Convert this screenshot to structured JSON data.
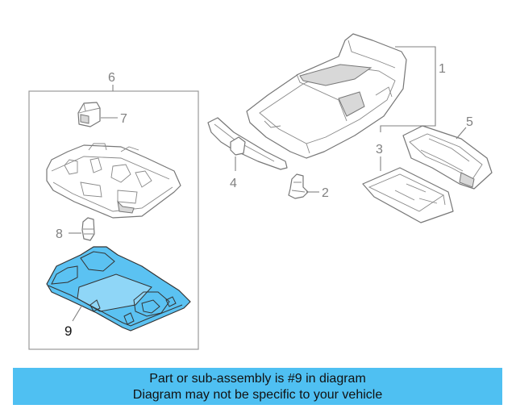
{
  "callouts": {
    "c1": "1",
    "c2": "2",
    "c3": "3",
    "c4": "4",
    "c5": "5",
    "c6": "6",
    "c7": "7",
    "c8": "8",
    "c9": "9"
  },
  "highlight_color": "#5bc2f2",
  "banner": {
    "line1": "Part or sub-assembly is #9 in diagram",
    "line2": "Diagram may not be specific to your vehicle",
    "background": "#4fc0f2"
  }
}
